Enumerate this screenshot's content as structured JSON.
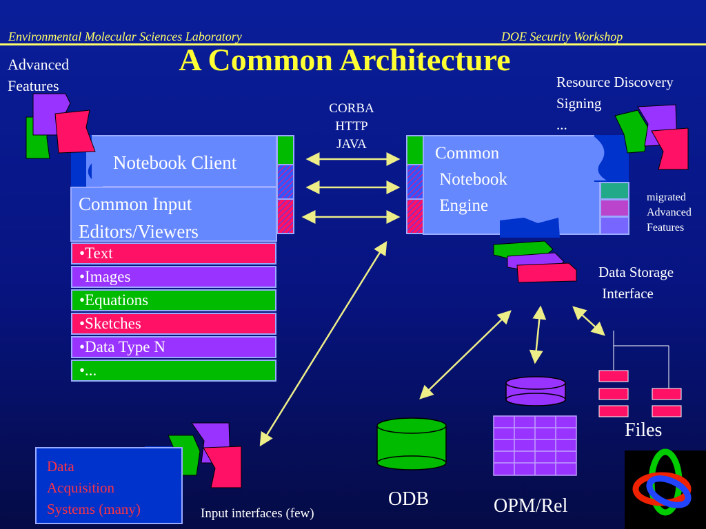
{
  "header": {
    "left": "Environmental Molecular Sciences Laboratory",
    "right": "DOE Security Workshop"
  },
  "title": "A Common Architecture",
  "labels": {
    "advanced_features": "Advanced\nFeatures",
    "protocols": "CORBA\nHTTP\nJAVA",
    "resource_discovery": "Resource Discovery\nSigning\n...",
    "migrated": "migrated\nAdvanced\nFeatures",
    "data_storage": "Data Storage\n Interface",
    "files": "Files",
    "odb": "ODB",
    "opm": "OPM/Rel",
    "input_interfaces": "Input interfaces (few)",
    "data_acquisition": "Data\nAcquisition\nSystems (many)"
  },
  "notebook_client": "Notebook Client",
  "editors": "Common Input\nEditors/Viewers",
  "editor_types": [
    "•Text",
    "•Images",
    "•Equations",
    "•Sketches",
    "•Data Type N",
    "•..."
  ],
  "engine": "Common\n Notebook\n Engine",
  "colors": {
    "header": "#ffff66",
    "title": "#ffff33",
    "box_fill": "#6688ff",
    "pink": "#ff1166",
    "purple": "#9933ff",
    "green": "#00bb00",
    "arrow": "#eeee88"
  }
}
